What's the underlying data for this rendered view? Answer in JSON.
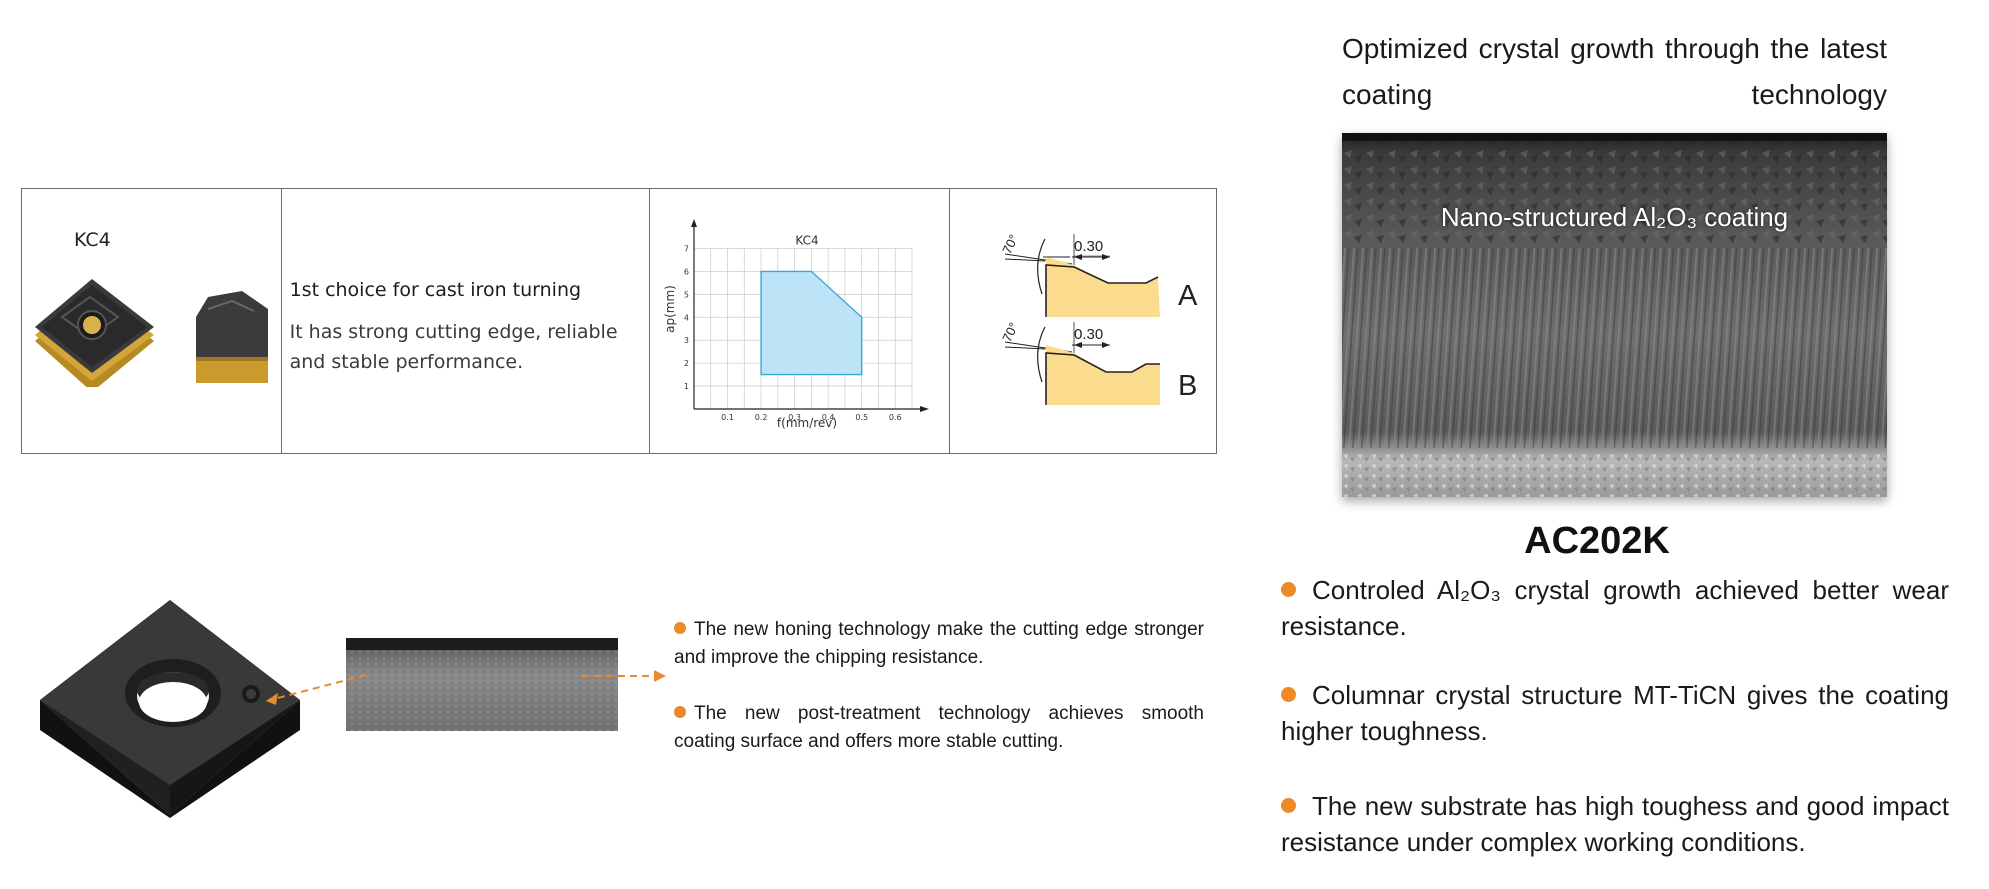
{
  "product_table": {
    "grade_label": "KC4",
    "headline": "1st choice for cast iron turning",
    "description": "It has strong cutting edge, reliable and stable performance.",
    "chart": {
      "title": "KC4",
      "x_ticks": [
        "0.1",
        "0.2",
        "0.3",
        "0.4",
        "0.5",
        "0.6"
      ],
      "y_ticks": [
        "1",
        "2",
        "3",
        "4",
        "5",
        "6",
        "7"
      ]
    },
    "edge_profiles": [
      {
        "label": "A",
        "angle": "70°",
        "width": "0.30"
      },
      {
        "label": "B",
        "angle": "70°",
        "width": "0.30"
      }
    ]
  },
  "chart_data": {
    "type": "area",
    "title": "KC4",
    "xlabel": "f(mm/rev)",
    "ylabel": "ap(mm)",
    "xlim": [
      0,
      0.65
    ],
    "ylim": [
      0,
      7.5
    ],
    "x": [
      0.2,
      0.2,
      0.35,
      0.5,
      0.5
    ],
    "y": [
      1.5,
      6.0,
      6.0,
      4.0,
      1.5
    ],
    "grid": true,
    "fill_color": "#bde3f6",
    "stroke_color": "#3aa7d8"
  },
  "tech_notes": [
    "The new honing technology make the cutting edge stronger and improve the chipping resistance.",
    "The new post-treatment technology achieves smooth coating surface and offers more stable cutting."
  ],
  "coating": {
    "heading": "Optimized crystal growth through the latest coating technology",
    "image_caption": "Nano-structured Al₂O₃ coating",
    "grade": "AC202K",
    "features": [
      "Controled Al₂O₃ crystal growth achieved better wear resistance.",
      "Columnar crystal structure MT-TiCN gives the coating higher toughness.",
      "The new substrate has high toughess and good impact resistance under complex working conditions."
    ]
  },
  "colors": {
    "accent_orange": "#ee8a2a",
    "insert_gold": "#c99a2e",
    "profile_fill": "#fbdc8f"
  }
}
